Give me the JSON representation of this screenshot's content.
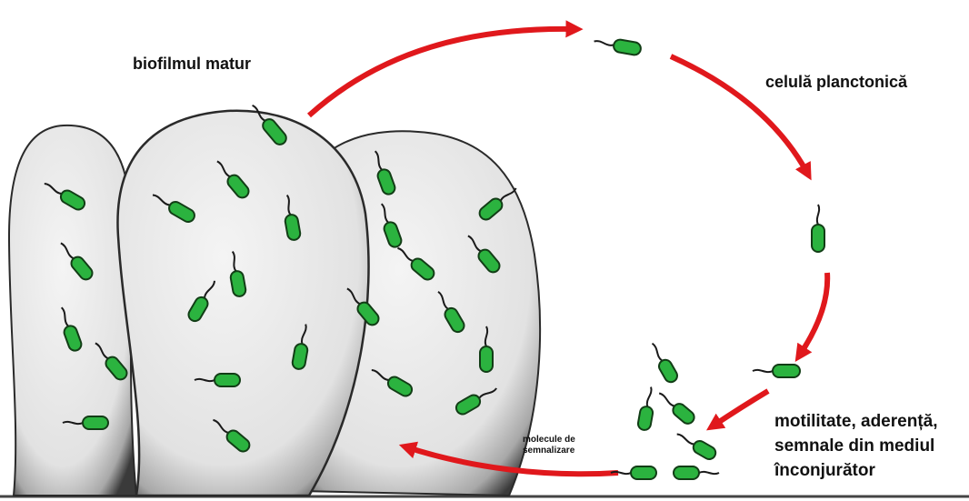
{
  "labels": {
    "mature_biofilm": "biofilmul matur",
    "planktonic_cell": "celulă planctonică",
    "signal_molecules": [
      "molecule de",
      "semnalizare"
    ],
    "motility": [
      "motilitate, aderență,",
      "semnale din mediul",
      "înconjurător"
    ]
  },
  "colors": {
    "bacterium_fill": "#2bb33f",
    "bacterium_stroke": "#123d16",
    "arrow": "#e0181c",
    "biofilm_fill": "#e9e9e9",
    "biofilm_edge": "#2a2a2a"
  }
}
